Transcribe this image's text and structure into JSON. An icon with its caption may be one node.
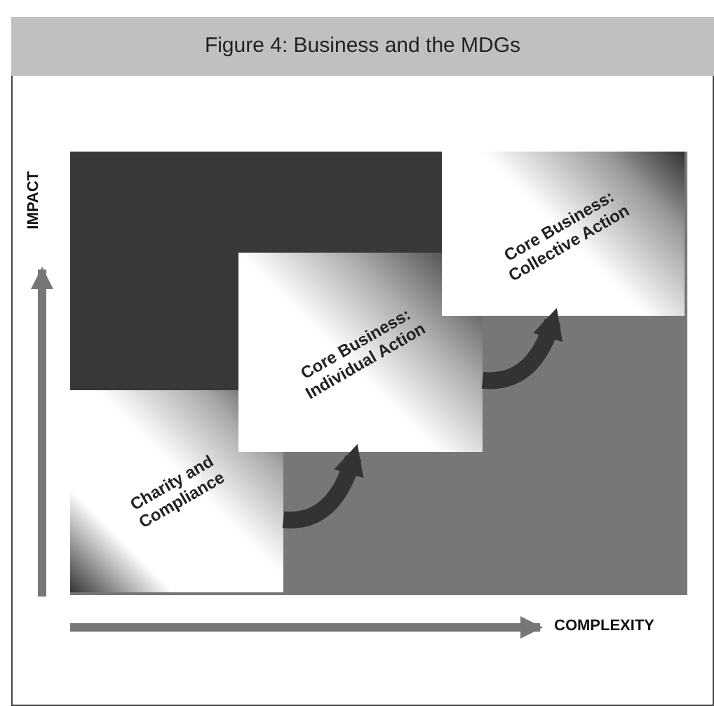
{
  "diagram": {
    "title": "Figure 4: Business and the MDGs",
    "nodes": [
      {
        "text": [
          "Charity and Compliance"
        ]
      },
      {
        "text": [
          "Core Business: Individual Action"
        ]
      },
      {
        "text": [
          "Core Business: Collective Action"
        ]
      }
    ],
    "edges": [
      {
        "from": 0,
        "to": 1,
        "arrow": "to"
      },
      {
        "from": 1,
        "to": 2,
        "arrow": "to"
      }
    ],
    "labels": [
      "IMPACT",
      "COMPLEXITY"
    ]
  }
}
